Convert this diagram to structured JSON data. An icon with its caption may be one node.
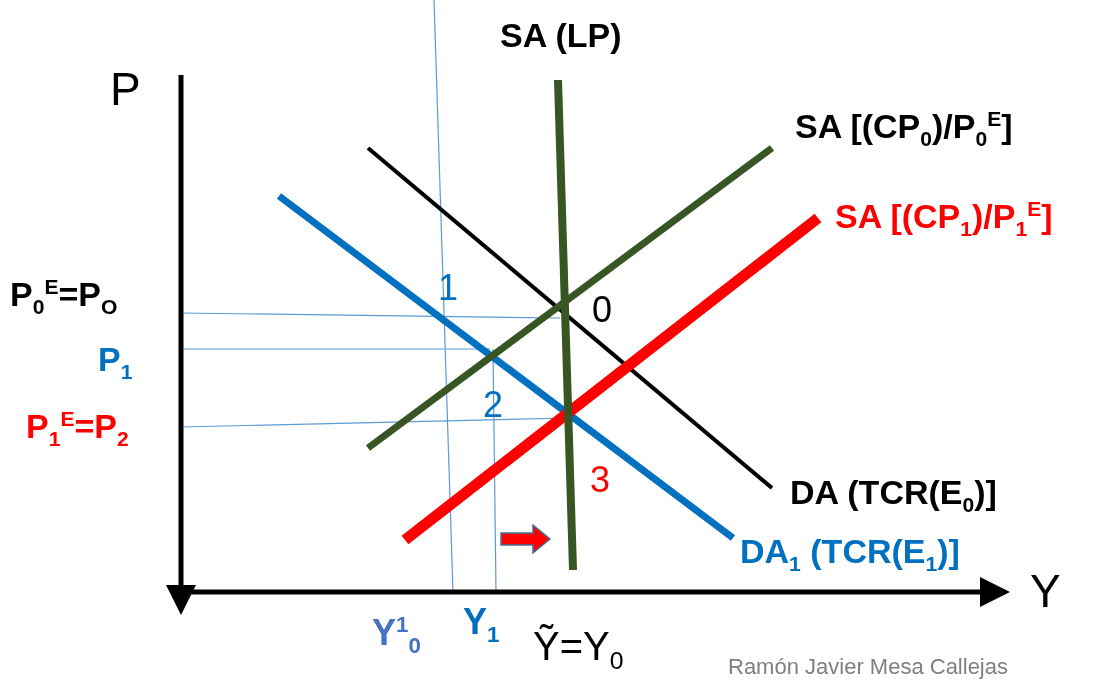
{
  "diagram": {
    "labels": [
      "SA (LP)",
      "P",
      "SA [(CP$_{0}$)/P$_{0}$$^{E}$]",
      "SA [(CP$_{1}$)/P$_{1}$$^{E}$]",
      "P$_{0}$$^{E}$=P$_{O}$",
      "1",
      "0",
      "P$_{1}$",
      "2",
      "P$_{1}$$^{E}$=P$_{2}$",
      "3",
      "DA (TCR(E$_{0}$)]",
      "DA$_{1}$ (TCR(E$_{1}$)]",
      "Y",
      "Y$^{1}$$_{0}$",
      "Y$_{1}$",
      "Ỹ=Y$_{0}$",
      "Ramón Javier Mesa Callejas"
    ]
  }
}
